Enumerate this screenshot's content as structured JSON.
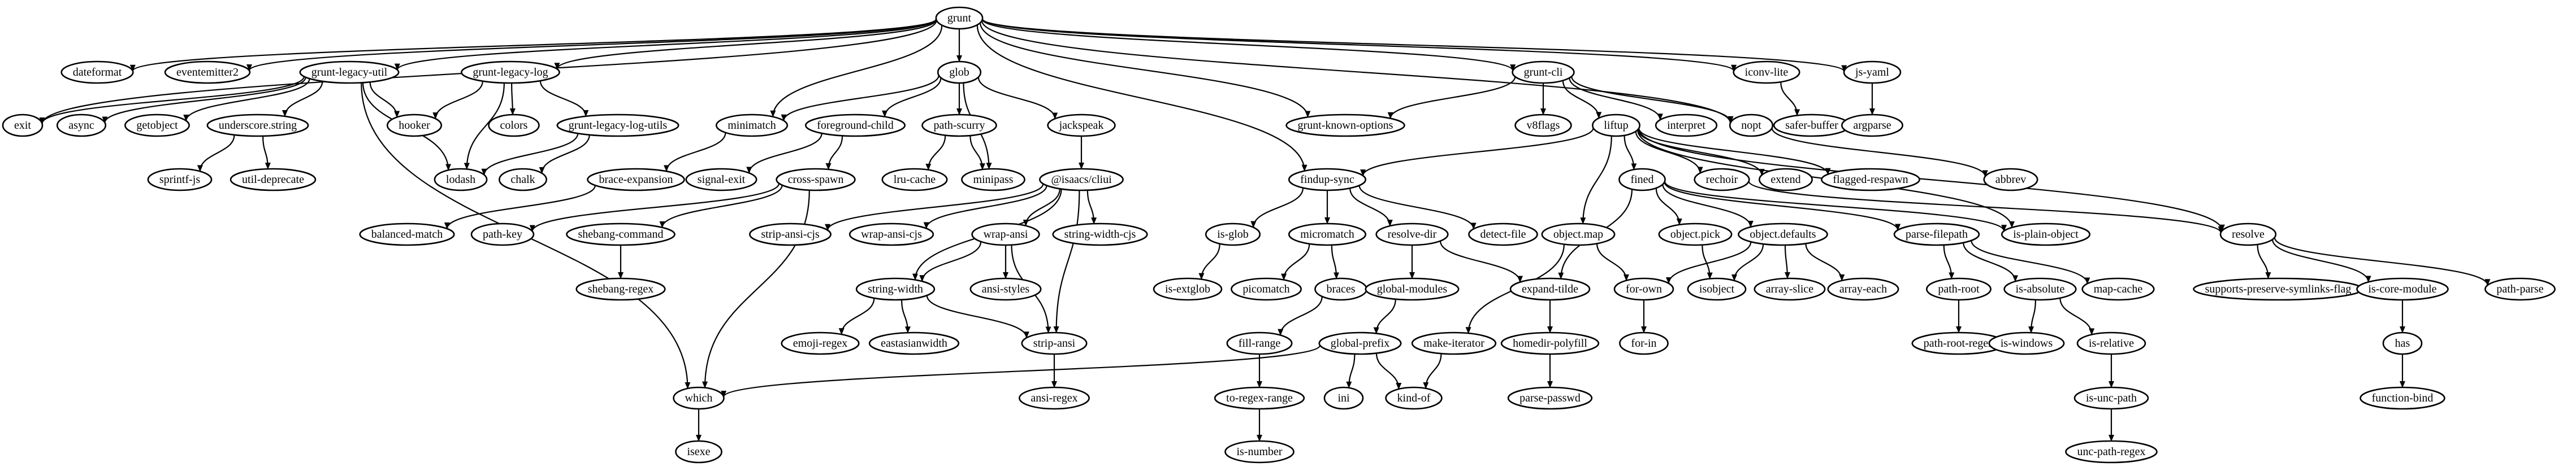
{
  "diagram": {
    "type": "dependency-graph",
    "nodes": [
      {
        "id": "grunt",
        "label": "grunt"
      },
      {
        "id": "dateformat",
        "label": "dateformat"
      },
      {
        "id": "eventemitter2",
        "label": "eventemitter2"
      },
      {
        "id": "grunt-legacy-util",
        "label": "grunt-legacy-util"
      },
      {
        "id": "grunt-legacy-log",
        "label": "grunt-legacy-log"
      },
      {
        "id": "glob",
        "label": "glob"
      },
      {
        "id": "grunt-cli",
        "label": "grunt-cli"
      },
      {
        "id": "iconv-lite",
        "label": "iconv-lite"
      },
      {
        "id": "js-yaml",
        "label": "js-yaml"
      },
      {
        "id": "exit",
        "label": "exit"
      },
      {
        "id": "async",
        "label": "async"
      },
      {
        "id": "getobject",
        "label": "getobject"
      },
      {
        "id": "underscore.string",
        "label": "underscore.string"
      },
      {
        "id": "hooker",
        "label": "hooker"
      },
      {
        "id": "colors",
        "label": "colors"
      },
      {
        "id": "grunt-legacy-log-utils",
        "label": "grunt-legacy-log-utils"
      },
      {
        "id": "minimatch",
        "label": "minimatch"
      },
      {
        "id": "foreground-child",
        "label": "foreground-child"
      },
      {
        "id": "path-scurry",
        "label": "path-scurry"
      },
      {
        "id": "jackspeak",
        "label": "jackspeak"
      },
      {
        "id": "grunt-known-options",
        "label": "grunt-known-options"
      },
      {
        "id": "v8flags",
        "label": "v8flags"
      },
      {
        "id": "liftup",
        "label": "liftup"
      },
      {
        "id": "interpret",
        "label": "interpret"
      },
      {
        "id": "nopt",
        "label": "nopt"
      },
      {
        "id": "safer-buffer",
        "label": "safer-buffer"
      },
      {
        "id": "argparse",
        "label": "argparse"
      },
      {
        "id": "sprintf-js",
        "label": "sprintf-js"
      },
      {
        "id": "util-deprecate",
        "label": "util-deprecate"
      },
      {
        "id": "lodash",
        "label": "lodash"
      },
      {
        "id": "chalk",
        "label": "chalk"
      },
      {
        "id": "brace-expansion",
        "label": "brace-expansion"
      },
      {
        "id": "signal-exit",
        "label": "signal-exit"
      },
      {
        "id": "cross-spawn",
        "label": "cross-spawn"
      },
      {
        "id": "lru-cache",
        "label": "lru-cache"
      },
      {
        "id": "minipass",
        "label": "minipass"
      },
      {
        "id": "isaacs-cliui",
        "label": "@isaacs/cliui"
      },
      {
        "id": "findup-sync",
        "label": "findup-sync"
      },
      {
        "id": "fined",
        "label": "fined"
      },
      {
        "id": "rechoir",
        "label": "rechoir"
      },
      {
        "id": "extend",
        "label": "extend"
      },
      {
        "id": "flagged-respawn",
        "label": "flagged-respawn"
      },
      {
        "id": "abbrev",
        "label": "abbrev"
      },
      {
        "id": "balanced-match",
        "label": "balanced-match"
      },
      {
        "id": "path-key",
        "label": "path-key"
      },
      {
        "id": "shebang-command",
        "label": "shebang-command"
      },
      {
        "id": "strip-ansi-cjs",
        "label": "strip-ansi-cjs"
      },
      {
        "id": "wrap-ansi-cjs",
        "label": "wrap-ansi-cjs"
      },
      {
        "id": "wrap-ansi",
        "label": "wrap-ansi"
      },
      {
        "id": "string-width-cjs",
        "label": "string-width-cjs"
      },
      {
        "id": "is-glob",
        "label": "is-glob"
      },
      {
        "id": "micromatch",
        "label": "micromatch"
      },
      {
        "id": "resolve-dir",
        "label": "resolve-dir"
      },
      {
        "id": "detect-file",
        "label": "detect-file"
      },
      {
        "id": "object.map",
        "label": "object.map"
      },
      {
        "id": "object.pick",
        "label": "object.pick"
      },
      {
        "id": "object.defaults",
        "label": "object.defaults"
      },
      {
        "id": "parse-filepath",
        "label": "parse-filepath"
      },
      {
        "id": "is-plain-object",
        "label": "is-plain-object"
      },
      {
        "id": "resolve",
        "label": "resolve"
      },
      {
        "id": "shebang-regex",
        "label": "shebang-regex"
      },
      {
        "id": "string-width",
        "label": "string-width"
      },
      {
        "id": "ansi-styles",
        "label": "ansi-styles"
      },
      {
        "id": "is-extglob",
        "label": "is-extglob"
      },
      {
        "id": "picomatch",
        "label": "picomatch"
      },
      {
        "id": "braces",
        "label": "braces"
      },
      {
        "id": "global-modules",
        "label": "global-modules"
      },
      {
        "id": "expand-tilde",
        "label": "expand-tilde"
      },
      {
        "id": "for-own",
        "label": "for-own"
      },
      {
        "id": "isobject",
        "label": "isobject"
      },
      {
        "id": "array-slice",
        "label": "array-slice"
      },
      {
        "id": "array-each",
        "label": "array-each"
      },
      {
        "id": "path-root",
        "label": "path-root"
      },
      {
        "id": "is-absolute",
        "label": "is-absolute"
      },
      {
        "id": "map-cache",
        "label": "map-cache"
      },
      {
        "id": "supports-preserve-symlinks-flag",
        "label": "supports-preserve-symlinks-flag"
      },
      {
        "id": "is-core-module",
        "label": "is-core-module"
      },
      {
        "id": "path-parse",
        "label": "path-parse"
      },
      {
        "id": "emoji-regex",
        "label": "emoji-regex"
      },
      {
        "id": "eastasianwidth",
        "label": "eastasianwidth"
      },
      {
        "id": "strip-ansi",
        "label": "strip-ansi"
      },
      {
        "id": "fill-range",
        "label": "fill-range"
      },
      {
        "id": "global-prefix",
        "label": "global-prefix"
      },
      {
        "id": "make-iterator",
        "label": "make-iterator"
      },
      {
        "id": "homedir-polyfill",
        "label": "homedir-polyfill"
      },
      {
        "id": "for-in",
        "label": "for-in"
      },
      {
        "id": "path-root-regex",
        "label": "path-root-regex"
      },
      {
        "id": "is-windows",
        "label": "is-windows"
      },
      {
        "id": "is-relative",
        "label": "is-relative"
      },
      {
        "id": "has",
        "label": "has"
      },
      {
        "id": "which",
        "label": "which"
      },
      {
        "id": "ansi-regex",
        "label": "ansi-regex"
      },
      {
        "id": "to-regex-range",
        "label": "to-regex-range"
      },
      {
        "id": "ini",
        "label": "ini"
      },
      {
        "id": "kind-of",
        "label": "kind-of"
      },
      {
        "id": "parse-passwd",
        "label": "parse-passwd"
      },
      {
        "id": "is-unc-path",
        "label": "is-unc-path"
      },
      {
        "id": "function-bind",
        "label": "function-bind"
      },
      {
        "id": "isexe",
        "label": "isexe"
      },
      {
        "id": "is-number",
        "label": "is-number"
      },
      {
        "id": "unc-path-regex",
        "label": "unc-path-regex"
      }
    ],
    "edges": [
      [
        "grunt",
        "dateformat"
      ],
      [
        "grunt",
        "eventemitter2"
      ],
      [
        "grunt",
        "grunt-legacy-util"
      ],
      [
        "grunt",
        "grunt-legacy-log"
      ],
      [
        "grunt",
        "glob"
      ],
      [
        "grunt",
        "grunt-cli"
      ],
      [
        "grunt",
        "iconv-lite"
      ],
      [
        "grunt",
        "js-yaml"
      ],
      [
        "grunt",
        "exit"
      ],
      [
        "grunt",
        "minimatch"
      ],
      [
        "grunt",
        "findup-sync"
      ],
      [
        "grunt",
        "grunt-known-options"
      ],
      [
        "grunt",
        "nopt"
      ],
      [
        "grunt-legacy-util",
        "exit"
      ],
      [
        "grunt-legacy-util",
        "async"
      ],
      [
        "grunt-legacy-util",
        "getobject"
      ],
      [
        "grunt-legacy-util",
        "underscore.string"
      ],
      [
        "grunt-legacy-util",
        "hooker"
      ],
      [
        "grunt-legacy-util",
        "lodash"
      ],
      [
        "grunt-legacy-util",
        "which"
      ],
      [
        "grunt-legacy-log",
        "hooker"
      ],
      [
        "grunt-legacy-log",
        "colors"
      ],
      [
        "grunt-legacy-log",
        "grunt-legacy-log-utils"
      ],
      [
        "grunt-legacy-log",
        "lodash"
      ],
      [
        "grunt-legacy-log-utils",
        "lodash"
      ],
      [
        "grunt-legacy-log-utils",
        "chalk"
      ],
      [
        "underscore.string",
        "sprintf-js"
      ],
      [
        "underscore.string",
        "util-deprecate"
      ],
      [
        "glob",
        "minimatch"
      ],
      [
        "glob",
        "foreground-child"
      ],
      [
        "glob",
        "path-scurry"
      ],
      [
        "glob",
        "jackspeak"
      ],
      [
        "glob",
        "minipass"
      ],
      [
        "minimatch",
        "brace-expansion"
      ],
      [
        "brace-expansion",
        "balanced-match"
      ],
      [
        "foreground-child",
        "signal-exit"
      ],
      [
        "foreground-child",
        "cross-spawn"
      ],
      [
        "path-scurry",
        "lru-cache"
      ],
      [
        "path-scurry",
        "minipass"
      ],
      [
        "jackspeak",
        "isaacs-cliui"
      ],
      [
        "cross-spawn",
        "path-key"
      ],
      [
        "cross-spawn",
        "shebang-command"
      ],
      [
        "cross-spawn",
        "which"
      ],
      [
        "shebang-command",
        "shebang-regex"
      ],
      [
        "isaacs-cliui",
        "strip-ansi-cjs"
      ],
      [
        "isaacs-cliui",
        "wrap-ansi-cjs"
      ],
      [
        "isaacs-cliui",
        "wrap-ansi"
      ],
      [
        "isaacs-cliui",
        "string-width-cjs"
      ],
      [
        "isaacs-cliui",
        "string-width"
      ],
      [
        "isaacs-cliui",
        "strip-ansi"
      ],
      [
        "wrap-ansi",
        "string-width"
      ],
      [
        "wrap-ansi",
        "ansi-styles"
      ],
      [
        "wrap-ansi",
        "strip-ansi"
      ],
      [
        "string-width",
        "emoji-regex"
      ],
      [
        "string-width",
        "eastasianwidth"
      ],
      [
        "string-width",
        "strip-ansi"
      ],
      [
        "strip-ansi",
        "ansi-regex"
      ],
      [
        "grunt-cli",
        "grunt-known-options"
      ],
      [
        "grunt-cli",
        "v8flags"
      ],
      [
        "grunt-cli",
        "liftup"
      ],
      [
        "grunt-cli",
        "interpret"
      ],
      [
        "grunt-cli",
        "nopt"
      ],
      [
        "iconv-lite",
        "safer-buffer"
      ],
      [
        "js-yaml",
        "argparse"
      ],
      [
        "nopt",
        "abbrev"
      ],
      [
        "liftup",
        "findup-sync"
      ],
      [
        "liftup",
        "fined"
      ],
      [
        "liftup",
        "rechoir"
      ],
      [
        "liftup",
        "extend"
      ],
      [
        "liftup",
        "flagged-respawn"
      ],
      [
        "liftup",
        "object.map"
      ],
      [
        "liftup",
        "is-plain-object"
      ],
      [
        "liftup",
        "resolve"
      ],
      [
        "findup-sync",
        "is-glob"
      ],
      [
        "findup-sync",
        "micromatch"
      ],
      [
        "findup-sync",
        "resolve-dir"
      ],
      [
        "findup-sync",
        "detect-file"
      ],
      [
        "is-glob",
        "is-extglob"
      ],
      [
        "micromatch",
        "picomatch"
      ],
      [
        "micromatch",
        "braces"
      ],
      [
        "braces",
        "fill-range"
      ],
      [
        "fill-range",
        "to-regex-range"
      ],
      [
        "to-regex-range",
        "is-number"
      ],
      [
        "resolve-dir",
        "global-modules"
      ],
      [
        "resolve-dir",
        "expand-tilde"
      ],
      [
        "global-modules",
        "global-prefix"
      ],
      [
        "global-prefix",
        "which"
      ],
      [
        "global-prefix",
        "ini"
      ],
      [
        "global-prefix",
        "kind-of"
      ],
      [
        "which",
        "isexe"
      ],
      [
        "fined",
        "object.pick"
      ],
      [
        "fined",
        "object.defaults"
      ],
      [
        "fined",
        "parse-filepath"
      ],
      [
        "fined",
        "is-plain-object"
      ],
      [
        "fined",
        "expand-tilde"
      ],
      [
        "rechoir",
        "resolve"
      ],
      [
        "object.map",
        "for-own"
      ],
      [
        "object.map",
        "make-iterator"
      ],
      [
        "make-iterator",
        "kind-of"
      ],
      [
        "object.pick",
        "isobject"
      ],
      [
        "object.defaults",
        "for-own"
      ],
      [
        "object.defaults",
        "isobject"
      ],
      [
        "object.defaults",
        "array-slice"
      ],
      [
        "object.defaults",
        "array-each"
      ],
      [
        "for-own",
        "for-in"
      ],
      [
        "expand-tilde",
        "homedir-polyfill"
      ],
      [
        "homedir-polyfill",
        "parse-passwd"
      ],
      [
        "parse-filepath",
        "path-root"
      ],
      [
        "parse-filepath",
        "is-absolute"
      ],
      [
        "parse-filepath",
        "map-cache"
      ],
      [
        "path-root",
        "path-root-regex"
      ],
      [
        "is-absolute",
        "is-windows"
      ],
      [
        "is-absolute",
        "is-relative"
      ],
      [
        "is-relative",
        "is-unc-path"
      ],
      [
        "is-unc-path",
        "unc-path-regex"
      ],
      [
        "resolve",
        "supports-preserve-symlinks-flag"
      ],
      [
        "resolve",
        "is-core-module"
      ],
      [
        "resolve",
        "path-parse"
      ],
      [
        "is-core-module",
        "has"
      ],
      [
        "has",
        "function-bind"
      ]
    ]
  }
}
